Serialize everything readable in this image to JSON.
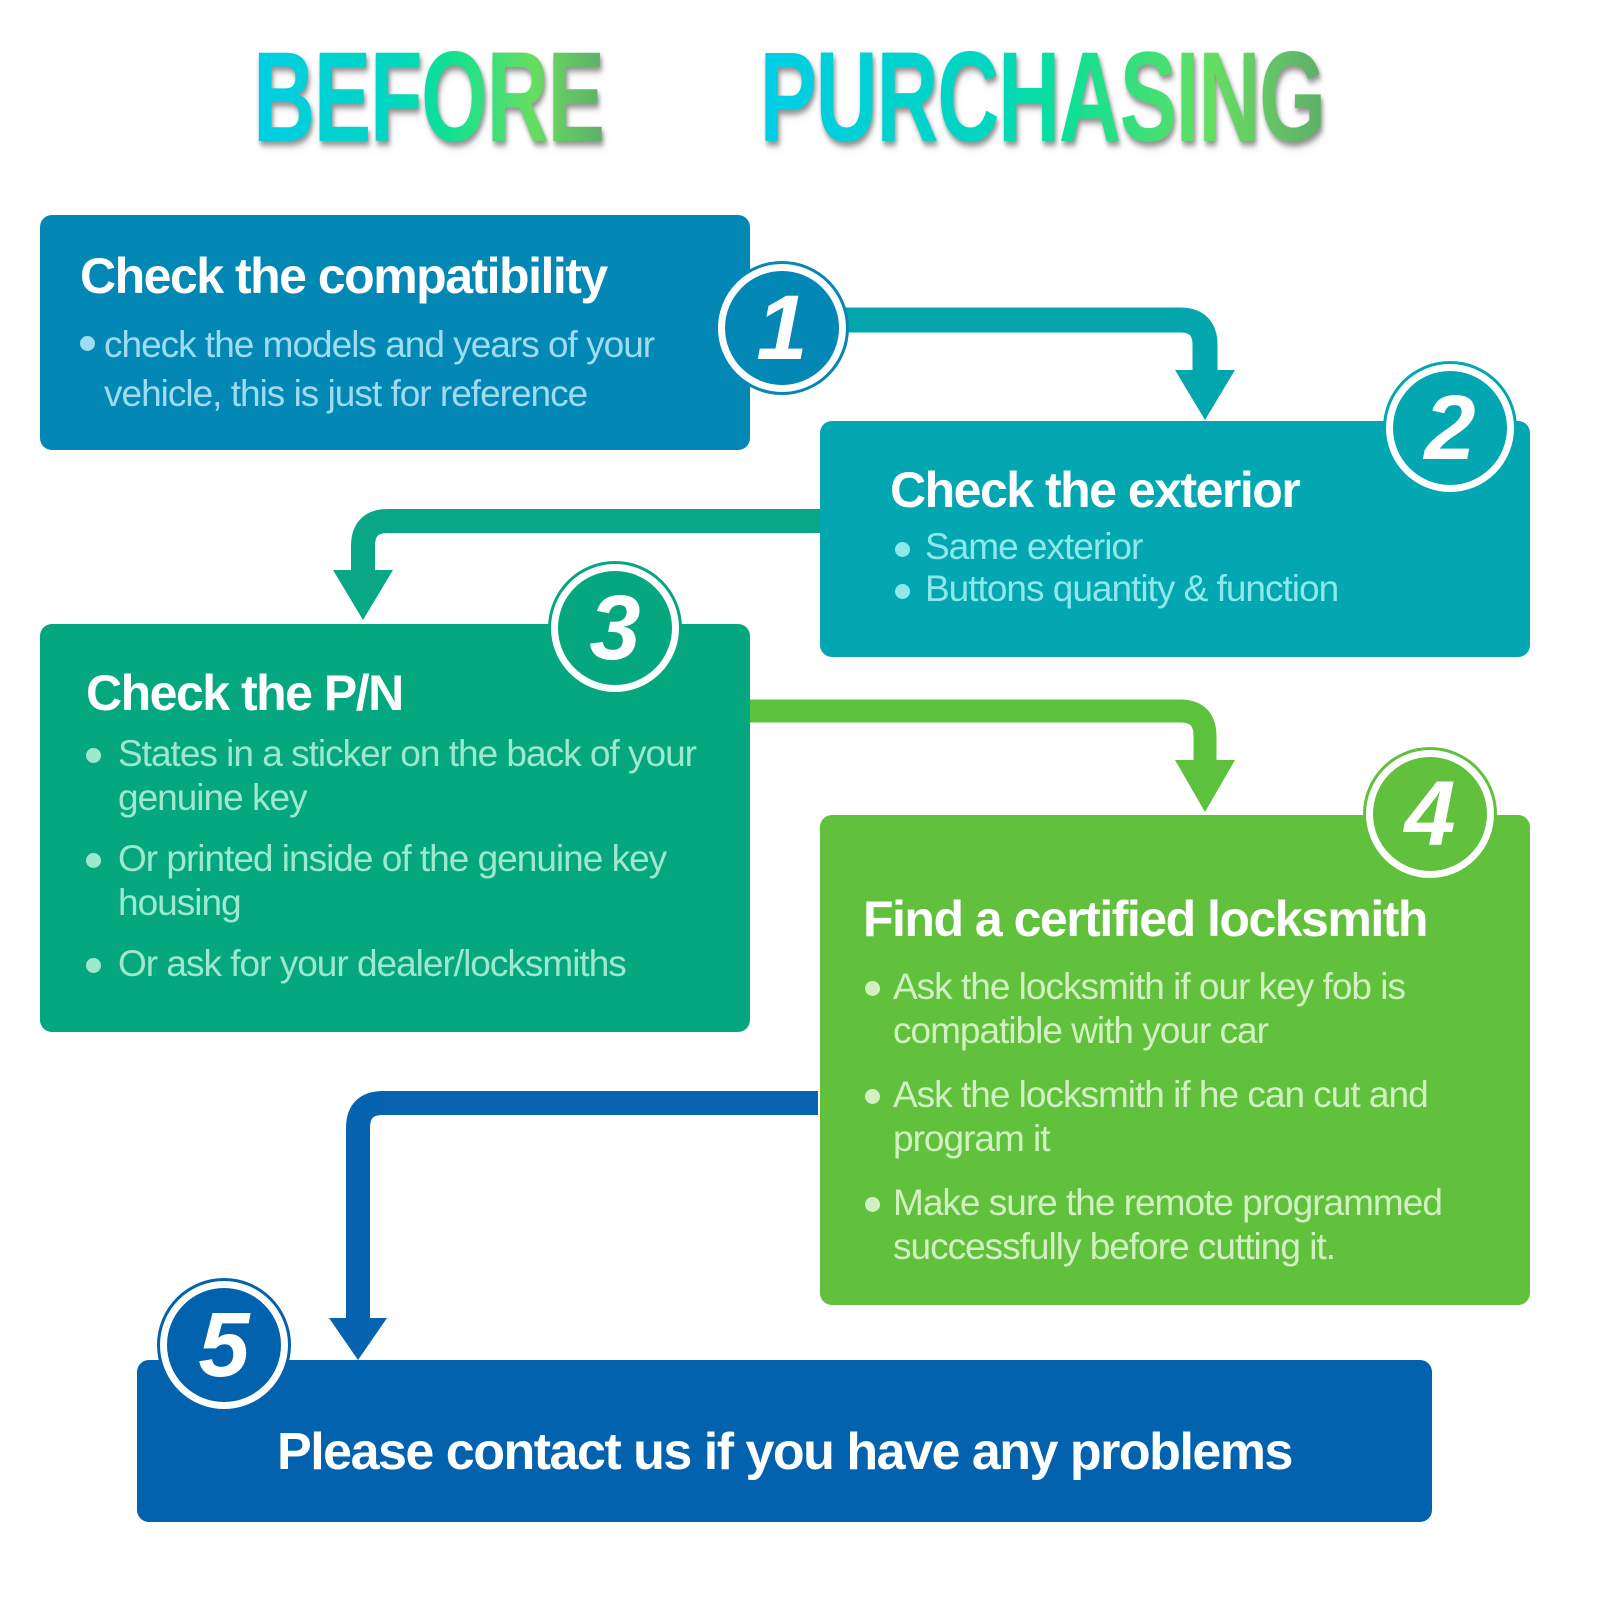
{
  "title": {
    "part1": "BEFORE",
    "part2": "PURCHASING"
  },
  "steps": [
    {
      "number": "1",
      "heading": "Check the compatibility",
      "bullets": [
        "check the models and years of your vehicle, this is just for reference"
      ],
      "color": "#0388b6"
    },
    {
      "number": "2",
      "heading": "Check the exterior",
      "bullets": [
        "Same exterior",
        "Buttons quantity & function"
      ],
      "color": "#02a7b1"
    },
    {
      "number": "3",
      "heading": "Check the P/N",
      "bullets": [
        "States in a sticker on the back of your genuine key",
        "Or printed inside of the genuine key housing",
        "Or ask for your dealer/locksmiths"
      ],
      "color": "#05a77f"
    },
    {
      "number": "4",
      "heading": "Find a certified locksmith",
      "bullets": [
        "Ask the locksmith if our key fob is compatible with your car",
        "Ask the locksmith if he can cut and program it",
        "Make sure the remote programmed successfully before cutting it."
      ],
      "color": "#61c03c"
    },
    {
      "number": "5",
      "heading": "Please contact us if you have any problems",
      "color": "#0362ae"
    }
  ]
}
